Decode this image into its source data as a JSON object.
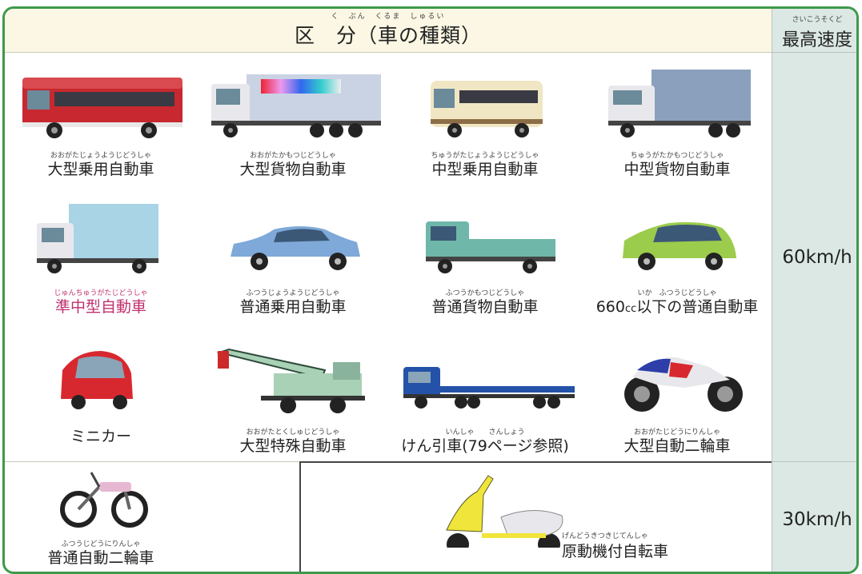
{
  "header": {
    "title": "区　分（車の種類）",
    "title_ruby": "く　ぶん　くるま　しゅるい",
    "speed_title": "最高速度",
    "speed_ruby": "さいこうそくど"
  },
  "speeds": {
    "upper": "60km/h",
    "lower": "30km/h"
  },
  "vehicles": [
    {
      "label": "大型乗用自動車",
      "ruby": "おおがたじょうようじどうしゃ",
      "icon": "large-bus-icon"
    },
    {
      "label": "大型貨物自動車",
      "ruby": "おおがたかもつじどうしゃ",
      "icon": "large-truck-icon"
    },
    {
      "label": "中型乗用自動車",
      "ruby": "ちゅうがたじょうようじどうしゃ",
      "icon": "medium-bus-icon"
    },
    {
      "label": "中型貨物自動車",
      "ruby": "ちゅうがたかもつじどうしゃ",
      "icon": "medium-truck-icon"
    },
    {
      "label": "準中型自動車",
      "ruby": "じゅんちゅうがたじどうしゃ",
      "icon": "semi-medium-truck-icon",
      "highlight": "#c0306f"
    },
    {
      "label": "普通乗用自動車",
      "ruby": "ふつうじょうようじどうしゃ",
      "icon": "sedan-icon"
    },
    {
      "label": "普通貨物自動車",
      "ruby": "ふつうかもつじどうしゃ",
      "icon": "small-truck-icon"
    },
    {
      "label_pre": "660",
      "label_unit": "cc",
      "label_post": "以下の普通自動車",
      "ruby": "いか　ふつうじどうしゃ",
      "icon": "kei-car-icon"
    },
    {
      "label": "ミニカー",
      "ruby": "",
      "icon": "minicar-icon"
    },
    {
      "label": "大型特殊自動車",
      "ruby": "おおがたとくしゅじどうしゃ",
      "icon": "crane-truck-icon"
    },
    {
      "label": "けん引車(79ページ参照)",
      "ruby": "いんしゃ　　さんしょう",
      "icon": "tractor-trailer-icon"
    },
    {
      "label": "大型自動二輪車",
      "ruby": "おおがたじどうにりんしゃ",
      "icon": "large-motorcycle-icon"
    },
    {
      "label": "普通自動二輪車",
      "ruby": "ふつうじどうにりんしゃ",
      "icon": "motorcycle-icon"
    },
    {
      "label": "原動機付自転車",
      "ruby": "げんどうきつきじてんしゃ",
      "icon": "scooter-icon"
    }
  ],
  "colors": {
    "frame": "#3d9a4b",
    "header_bg": "#fbf7e4",
    "speed_bg": "#dbe8e4",
    "highlight": "#c0306f"
  }
}
